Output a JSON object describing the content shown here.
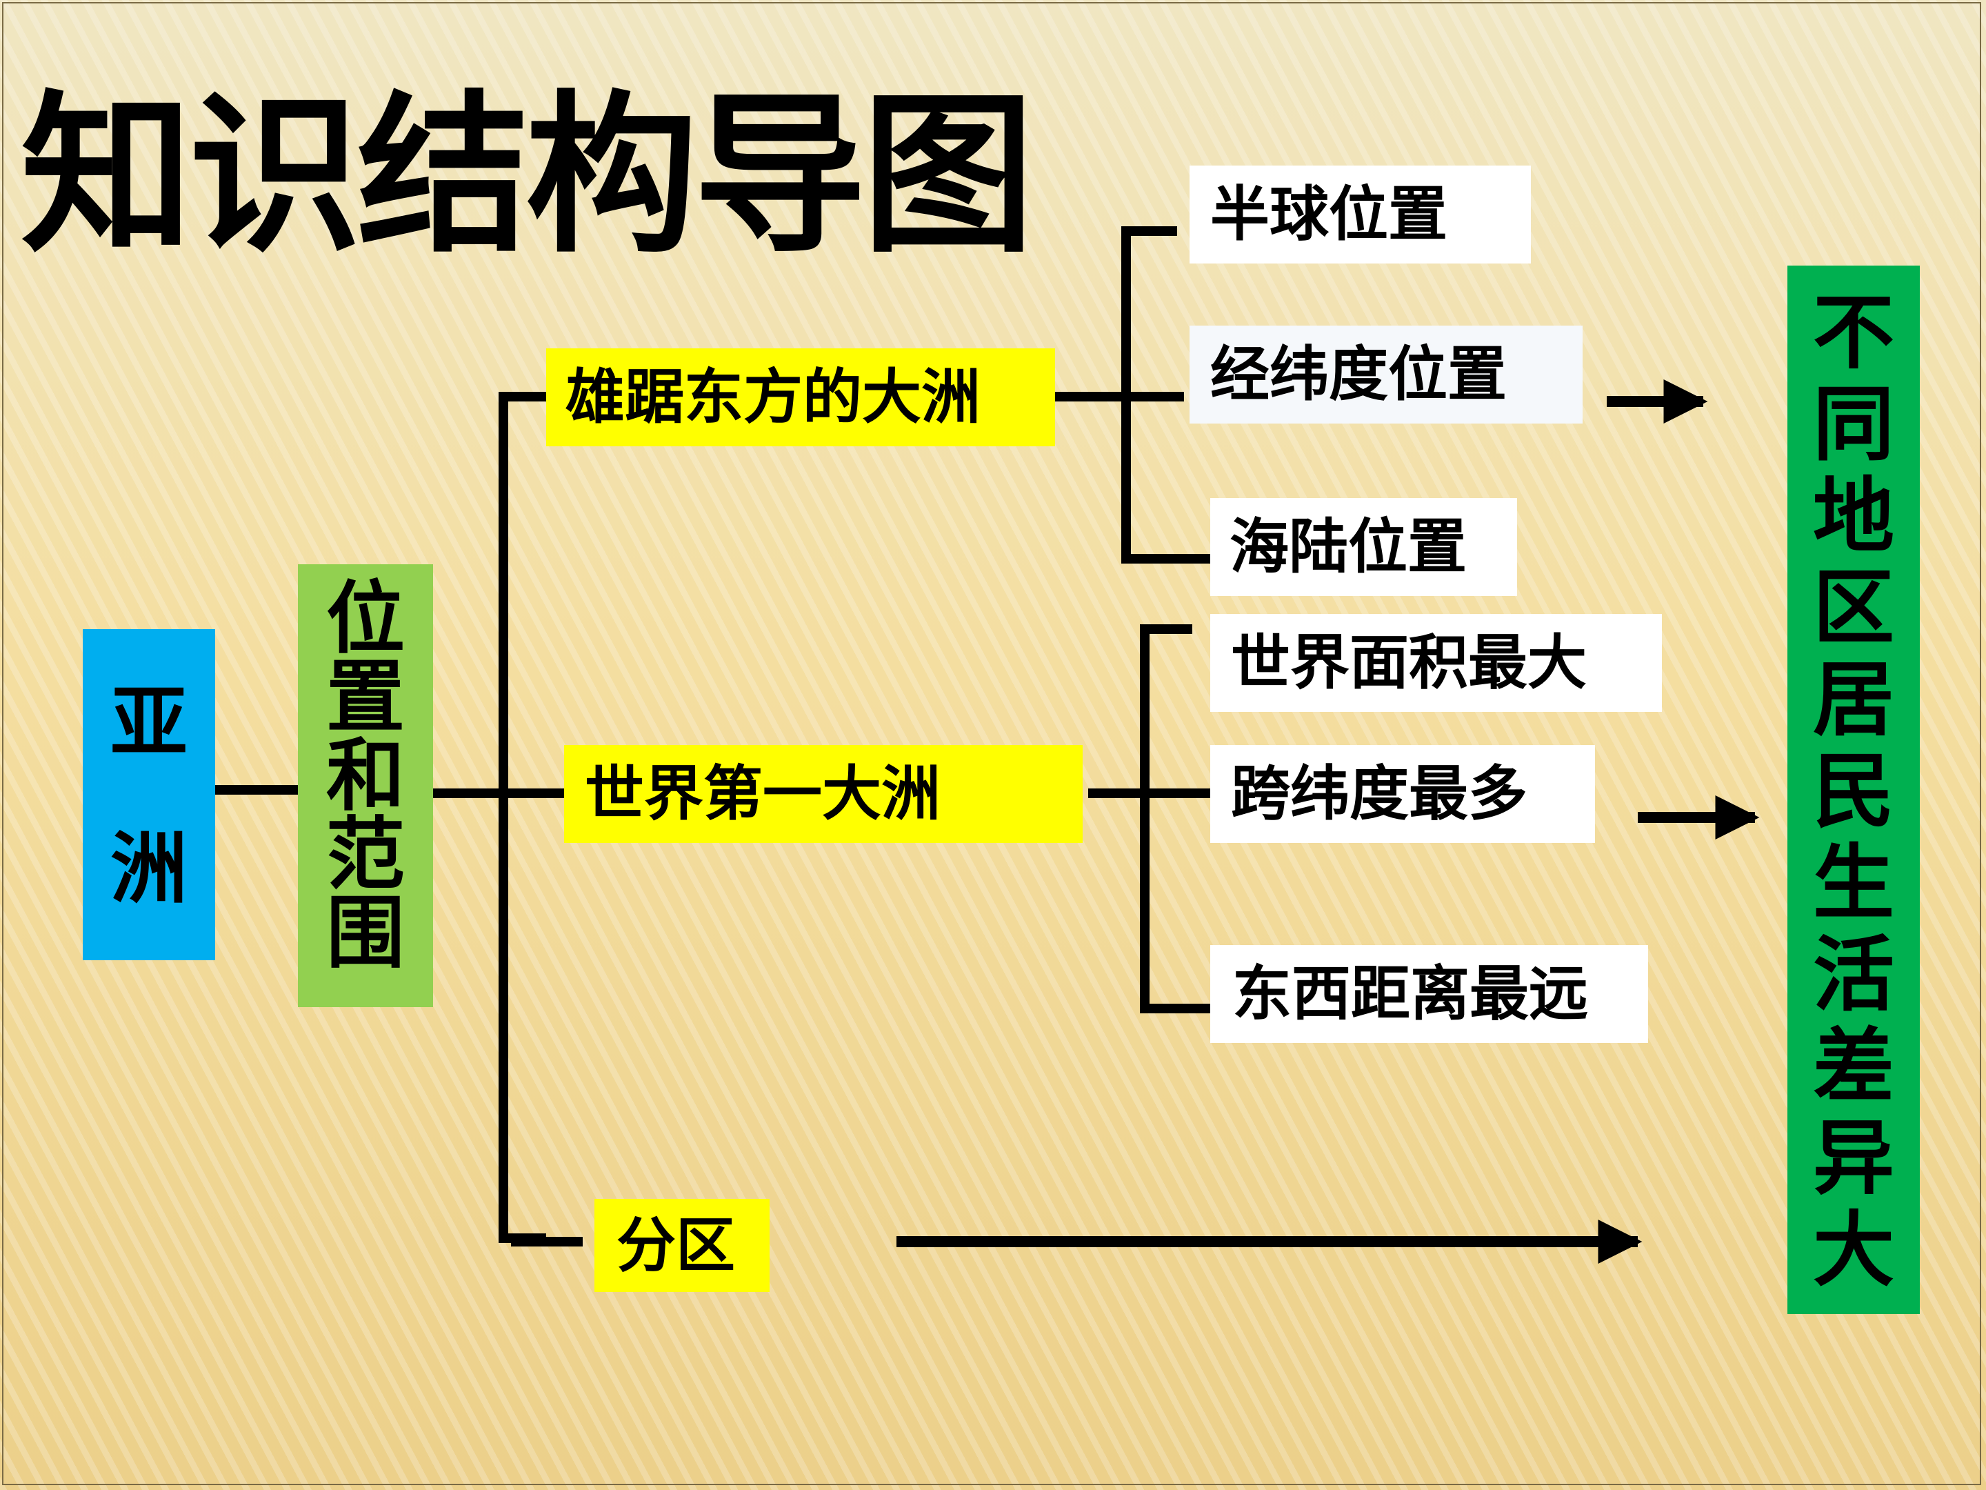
{
  "title": "知识结构导图",
  "root": {
    "chars": [
      "亚",
      "洲"
    ]
  },
  "main": {
    "chars": [
      "位",
      "置",
      "和",
      "范",
      "围"
    ]
  },
  "branches": {
    "b1": "雄踞东方的大洲",
    "b2": "世界第一大洲",
    "b3": "分区"
  },
  "leaves": {
    "l1": "半球位置",
    "l2": "经纬度位置",
    "l3": "海陆位置",
    "l4": "世界面积最大",
    "l5": "跨纬度最多",
    "l6": "东西距离最远"
  },
  "result": {
    "chars": [
      "不",
      "同",
      "地",
      "区",
      "居",
      "民",
      "生",
      "活",
      "差",
      "异",
      "大"
    ]
  },
  "colors": {
    "root": "#00aeef",
    "main": "#92d050",
    "result": "#00b050",
    "branch": "#ffff00",
    "leaf": "#ffffff"
  }
}
